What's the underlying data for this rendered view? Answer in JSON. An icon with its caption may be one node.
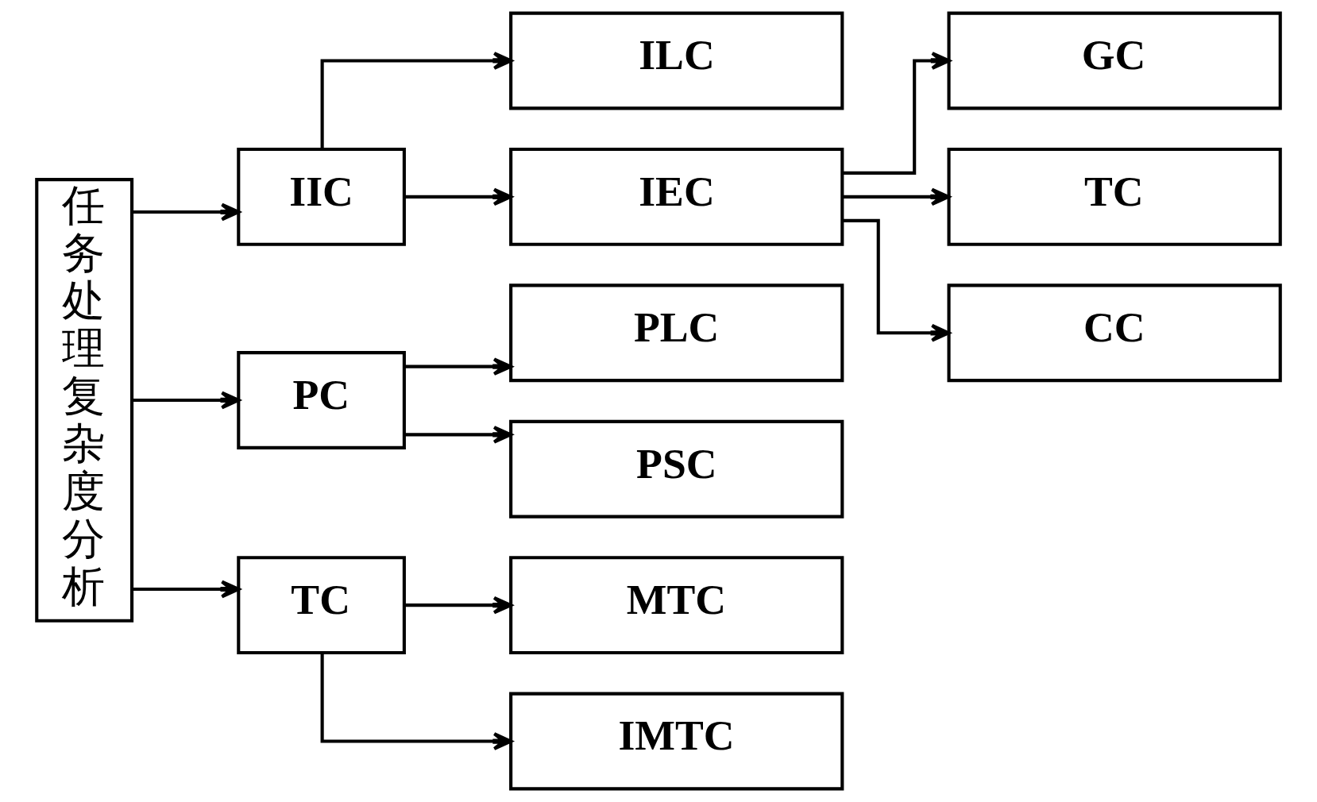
{
  "diagram": {
    "nodes": [
      {
        "text": [
          "任务处理复杂度分析"
        ]
      },
      {
        "text": [
          "IIC"
        ]
      },
      {
        "text": [
          "PC"
        ]
      },
      {
        "text": [
          "TC"
        ]
      },
      {
        "text": [
          "ILC"
        ]
      },
      {
        "text": [
          "IEC"
        ]
      },
      {
        "text": [
          "PLC"
        ]
      },
      {
        "text": [
          "PSC"
        ]
      },
      {
        "text": [
          "MTC"
        ]
      },
      {
        "text": [
          "IMTC"
        ]
      },
      {
        "text": [
          "GC"
        ]
      },
      {
        "text": [
          "TC"
        ]
      },
      {
        "text": [
          "CC"
        ]
      }
    ],
    "edges": [
      {
        "from": 0,
        "to": 1,
        "arrow": "to"
      },
      {
        "from": 0,
        "to": 2,
        "arrow": "to"
      },
      {
        "from": 0,
        "to": 3,
        "arrow": "to"
      },
      {
        "from": 1,
        "to": 4,
        "arrow": "to"
      },
      {
        "from": 1,
        "to": 5,
        "arrow": "to"
      },
      {
        "from": 2,
        "to": 6,
        "arrow": "to"
      },
      {
        "from": 2,
        "to": 7,
        "arrow": "to"
      },
      {
        "from": 3,
        "to": 8,
        "arrow": "to"
      },
      {
        "from": 3,
        "to": 9,
        "arrow": "to"
      },
      {
        "from": 5,
        "to": 10,
        "arrow": "to"
      },
      {
        "from": 5,
        "to": 11,
        "arrow": "to"
      },
      {
        "from": 5,
        "to": 12,
        "arrow": "to"
      }
    ]
  }
}
